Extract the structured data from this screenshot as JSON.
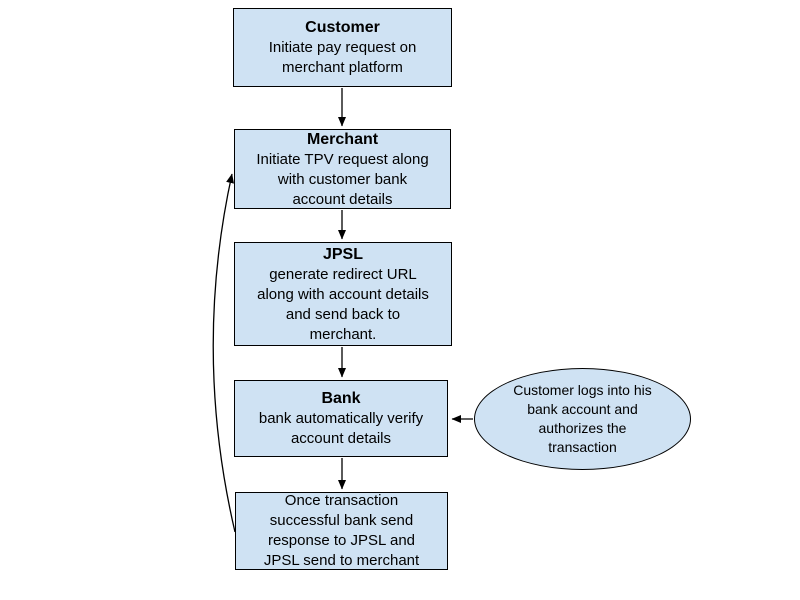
{
  "colors": {
    "background": "#ffffff",
    "node_fill": "#cfe2f3",
    "node_border": "#000000",
    "connector": "#000000",
    "text": "#000000"
  },
  "nodes": {
    "customer": {
      "title": "Customer",
      "body": "Initiate pay request on\nmerchant platform"
    },
    "merchant": {
      "title": "Merchant",
      "body": "Initiate TPV request along\nwith customer bank\naccount details"
    },
    "jpsl": {
      "title": "JPSL",
      "body": "generate redirect URL\nalong with account details\nand send back to\nmerchant."
    },
    "bank": {
      "title": "Bank",
      "body": "bank automatically verify\naccount details"
    },
    "result": {
      "title": "",
      "body": "Once transaction\nsuccessful bank send\nresponse to JPSL and\nJPSL send to merchant"
    },
    "annotation": {
      "body": "Customer logs into his\nbank account and\nauthorizes the\ntransaction"
    }
  },
  "edges": [
    {
      "from": "customer",
      "to": "merchant",
      "style": "straight-arrow"
    },
    {
      "from": "merchant",
      "to": "jpsl",
      "style": "straight-arrow"
    },
    {
      "from": "jpsl",
      "to": "bank",
      "style": "straight-arrow"
    },
    {
      "from": "bank",
      "to": "result",
      "style": "straight-arrow"
    },
    {
      "from": "annotation",
      "to": "bank",
      "style": "straight-arrow"
    },
    {
      "from": "result",
      "to": "merchant",
      "style": "curved-arrow"
    }
  ]
}
